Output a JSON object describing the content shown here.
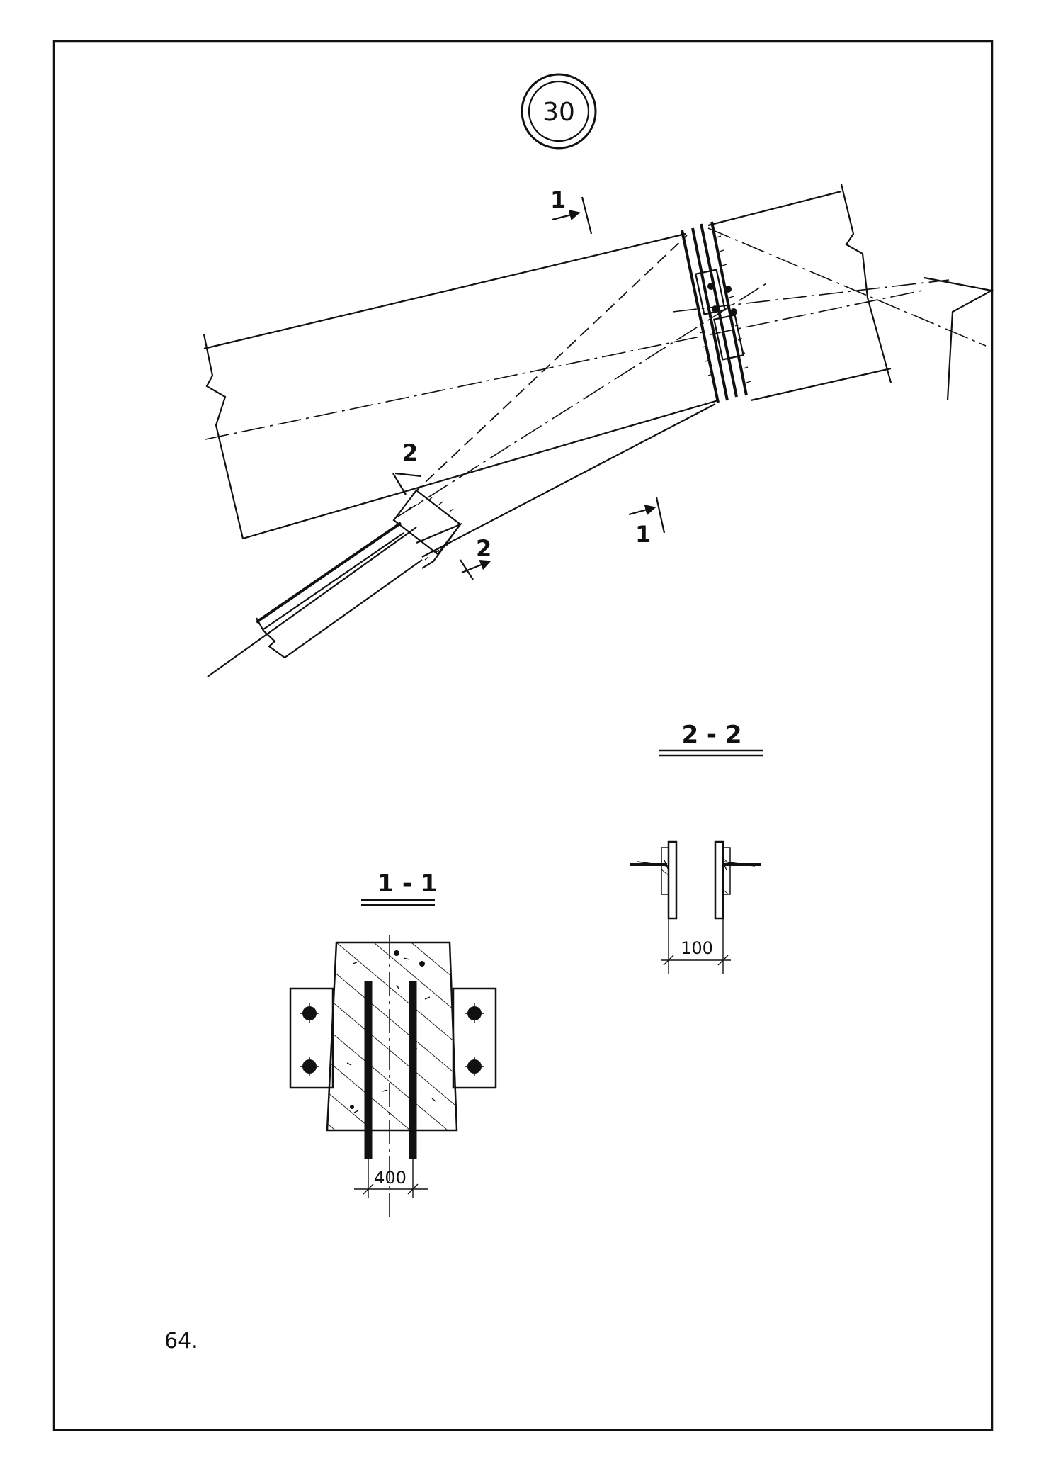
{
  "sheet": {
    "number_badge": "30",
    "page_number": "64."
  },
  "elevation": {
    "section_markers": [
      {
        "id": "section-1-top",
        "label": "1"
      },
      {
        "id": "section-1-bottom",
        "label": "1"
      },
      {
        "id": "section-2-top",
        "label": "2"
      },
      {
        "id": "section-2-bottom",
        "label": "2"
      }
    ]
  },
  "section_2_2": {
    "title": "2 - 2",
    "dimension": "100"
  },
  "section_1_1": {
    "title": "1 - 1",
    "dimension": "400"
  }
}
